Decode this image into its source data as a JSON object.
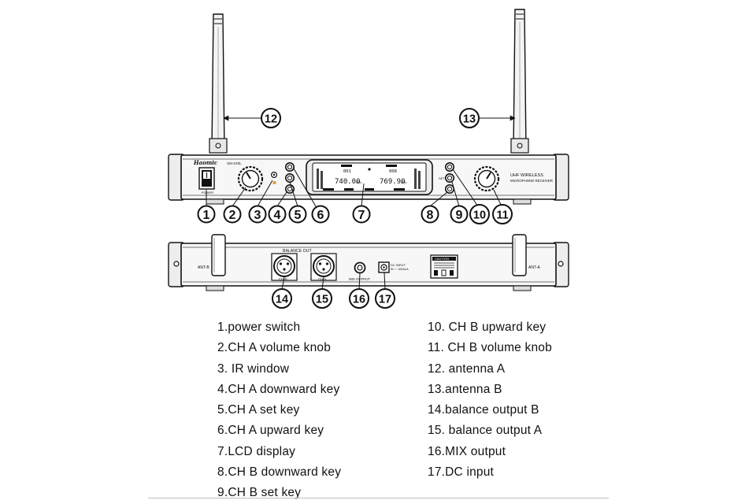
{
  "front_panel": {
    "brand_logo": "Haomic",
    "model": "SM-2X0L",
    "power_label": "POWER",
    "uhf_title": "UHF WIRELESS",
    "uhf_subtitle": "MICROPHONE RECEIVER",
    "set_label": "SET",
    "lcd": {
      "ch_a_channel": "001",
      "ch_b_channel": "008",
      "ch_a_freq": "740.00",
      "ch_b_freq": "769.90",
      "freq_unit": "MHz"
    }
  },
  "rear_panel": {
    "ant_b_label": "ANT-B",
    "ant_a_label": "ANT-A",
    "balance_out_label": "BALANCE OUT",
    "ch_b_label": "CH-B",
    "ch_a_label": "CH-A",
    "mix_output_label": "MIX OUTPUT",
    "dc_input_label": "DC INPUT",
    "dc_input_spec": "5V ⎓ 1000mA",
    "caution_label": "CAUTION"
  },
  "callouts": [
    "1",
    "2",
    "3",
    "4",
    "5",
    "6",
    "7",
    "8",
    "9",
    "10",
    "11",
    "12",
    "13",
    "14",
    "15",
    "16",
    "17"
  ],
  "legend_left": [
    "1.power switch",
    "2.CH A volume knob",
    "3. IR window",
    "4.CH A downward key",
    "5.CH A set key",
    "6.CH A upward key",
    "7.LCD display",
    "8.CH B downward key",
    "9.CH B set key"
  ],
  "legend_right": [
    "10. CH B upward key",
    "11. CH B volume knob",
    "12. antenna A",
    "13.antenna B",
    "14.balance output B",
    "15. balance output A",
    "16.MIX output",
    "17.DC input"
  ]
}
